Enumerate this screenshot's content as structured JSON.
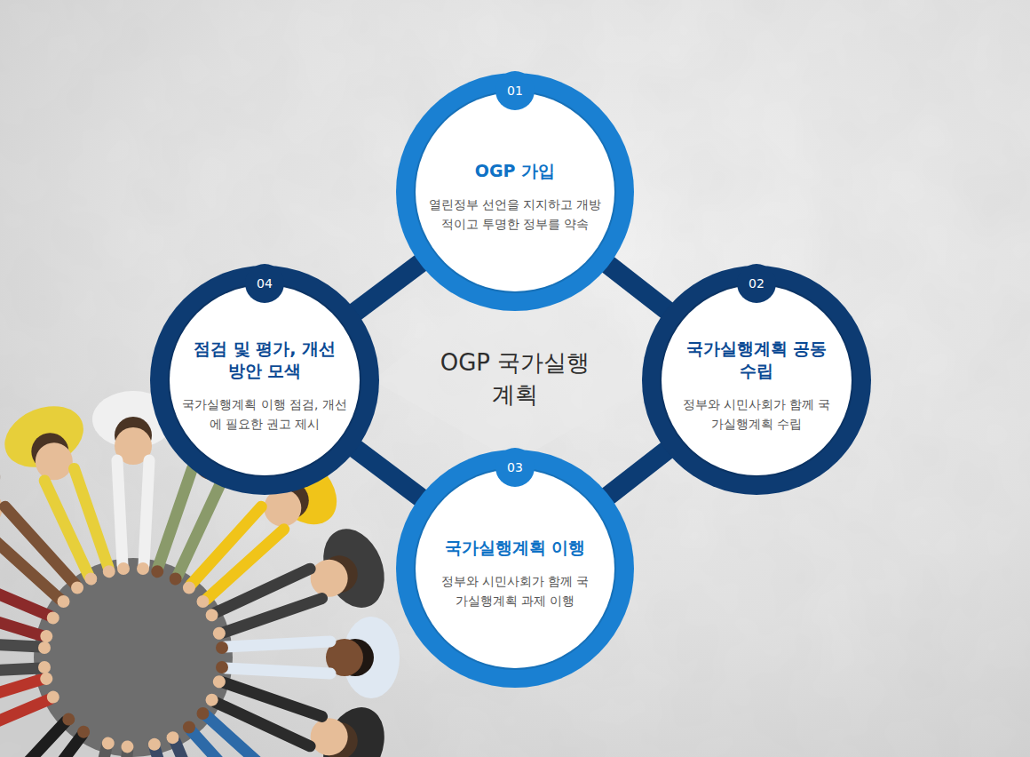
{
  "diagram": {
    "title": "OGP 국가실행계획",
    "nodes": [
      {
        "text": [
          "01",
          "OGP 가입",
          "열린정부 선언을 지지하고 개방적이고 투명한 정부를 약속"
        ]
      },
      {
        "text": [
          "02",
          "국가실행계획 공동 수립",
          "정부와 시민사회가 함께 국가실행계획 수립"
        ]
      },
      {
        "text": [
          "03",
          "국가실행계획 이행",
          "정부와 시민사회가 함께 국가실행계획 과제 이행"
        ]
      },
      {
        "text": [
          "04",
          "점검 및 평가, 개선방안 모색",
          "국가실행계획 이행 점검, 개선에 필요한 권고 제시"
        ]
      }
    ],
    "edges": [
      {
        "from": 0,
        "to": 1,
        "arrow": "none"
      },
      {
        "from": 1,
        "to": 2,
        "arrow": "none"
      },
      {
        "from": 2,
        "to": 3,
        "arrow": "none"
      },
      {
        "from": 3,
        "to": 0,
        "arrow": "none"
      }
    ]
  }
}
